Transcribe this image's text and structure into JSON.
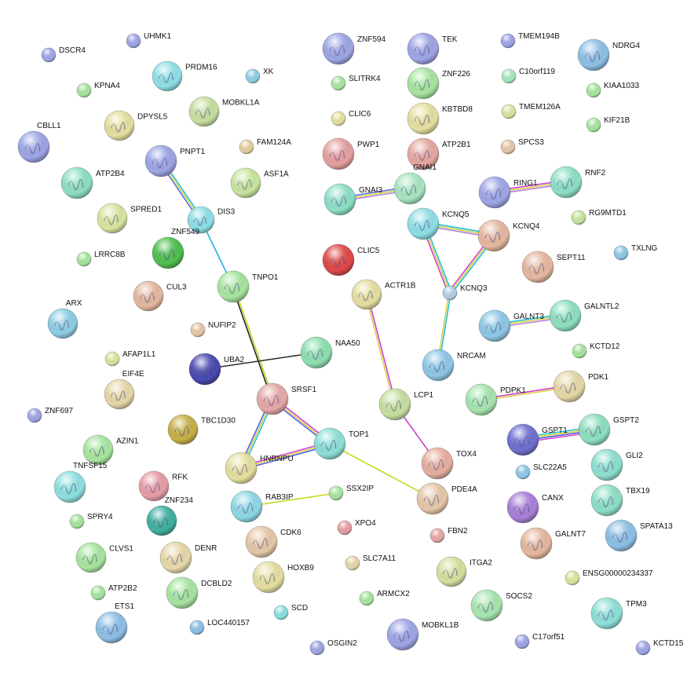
{
  "network": {
    "nodes": [
      {
        "id": "DSCR4",
        "label": "DSCR4",
        "color": "#9ea6e6"
      },
      {
        "id": "UHMK1",
        "label": "UHMK1",
        "color": "#9ea6e6"
      },
      {
        "id": "KPNA4",
        "label": "KPNA4",
        "color": "#a8e6a0"
      },
      {
        "id": "PRDM16",
        "label": "PRDM16",
        "color": "#8ee0e6"
      },
      {
        "id": "XK",
        "label": "XK",
        "color": "#8ecfe6"
      },
      {
        "id": "MOBKL1A",
        "label": "MOBKL1A",
        "color": "#c8dfa0"
      },
      {
        "id": "DPYSL5",
        "label": "DPYSL5",
        "color": "#e6e0a0"
      },
      {
        "id": "CBLL1",
        "label": "CBLL1",
        "color": "#9ea6e6"
      },
      {
        "id": "PNPT1",
        "label": "PNPT1",
        "color": "#9ea6e6"
      },
      {
        "id": "FAM124A",
        "label": "FAM124A",
        "color": "#e6d2a0"
      },
      {
        "id": "ATP2B4",
        "label": "ATP2B4",
        "color": "#8ee0c0"
      },
      {
        "id": "ASF1A",
        "label": "ASF1A",
        "color": "#c8e6a0"
      },
      {
        "id": "DIS3",
        "label": "DIS3",
        "color": "#8ee0e6"
      },
      {
        "id": "SPRED1",
        "label": "SPRED1",
        "color": "#d8e6a0"
      },
      {
        "id": "ZNF549",
        "label": "ZNF549",
        "color": "#50c050"
      },
      {
        "id": "LRRC8B",
        "label": "LRRC8B",
        "color": "#a8e6a0"
      },
      {
        "id": "TNPO1",
        "label": "TNPO1",
        "color": "#a8e6a0"
      },
      {
        "id": "CUL3",
        "label": "CUL3",
        "color": "#e6b8a0"
      },
      {
        "id": "ARX",
        "label": "ARX",
        "color": "#8ecfe6"
      },
      {
        "id": "NUFIP2",
        "label": "NUFIP2",
        "color": "#e6c8a8"
      },
      {
        "id": "UBA2",
        "label": "UBA2",
        "color": "#4a4ab0"
      },
      {
        "id": "AFAP1L1",
        "label": "AFAP1L1",
        "color": "#d8e6a0"
      },
      {
        "id": "EIF4E",
        "label": "EIF4E",
        "color": "#e6d8a8"
      },
      {
        "id": "ZNF697",
        "label": "ZNF697",
        "color": "#9ea6e6"
      },
      {
        "id": "TBC1D30",
        "label": "TBC1D30",
        "color": "#c8b048"
      },
      {
        "id": "AZIN1",
        "label": "AZIN1",
        "color": "#a8e6a0"
      },
      {
        "id": "TNFSF15",
        "label": "TNFSF15",
        "color": "#8ee0e0"
      },
      {
        "id": "RFK",
        "label": "RFK",
        "color": "#e69ea6"
      },
      {
        "id": "SPRY4",
        "label": "SPRY4",
        "color": "#a8e6a0"
      },
      {
        "id": "ZNF234",
        "label": "ZNF234",
        "color": "#40b0a0"
      },
      {
        "id": "CLVS1",
        "label": "CLVS1",
        "color": "#a8e6a0"
      },
      {
        "id": "DENR",
        "label": "DENR",
        "color": "#e6d8a8"
      },
      {
        "id": "ATP2B2",
        "label": "ATP2B2",
        "color": "#a8e6a0"
      },
      {
        "id": "DCBLD2",
        "label": "DCBLD2",
        "color": "#a8e6a0"
      },
      {
        "id": "ETS1",
        "label": "ETS1",
        "color": "#8ec0e6"
      },
      {
        "id": "LOC440157",
        "label": "LOC440157",
        "color": "#8ec0e6"
      },
      {
        "id": "ZNF594",
        "label": "ZNF594",
        "color": "#9ea6e6"
      },
      {
        "id": "SLITRK4",
        "label": "SLITRK4",
        "color": "#a8e6a0"
      },
      {
        "id": "CLIC6",
        "label": "CLIC6",
        "color": "#e6e0a0"
      },
      {
        "id": "PWP1",
        "label": "PWP1",
        "color": "#e6a0a0"
      },
      {
        "id": "GNAI3",
        "label": "GNAI3",
        "color": "#8ee0c8"
      },
      {
        "id": "CLIC5",
        "label": "CLIC5",
        "color": "#e04848"
      },
      {
        "id": "ACTR1B",
        "label": "ACTR1B",
        "color": "#e6e0a0"
      },
      {
        "id": "NAA50",
        "label": "NAA50",
        "color": "#8ee0b0"
      },
      {
        "id": "SRSF1",
        "label": "SRSF1",
        "color": "#e6a8a8"
      },
      {
        "id": "HNRNPU",
        "label": "HNRNPU",
        "color": "#e6e0a0"
      },
      {
        "id": "TOP1",
        "label": "TOP1",
        "color": "#8ee0d8"
      },
      {
        "id": "RAB3IP",
        "label": "RAB3IP",
        "color": "#8ed8e6"
      },
      {
        "id": "SSX2IP",
        "label": "SSX2IP",
        "color": "#a8e6a0"
      },
      {
        "id": "CDK6",
        "label": "CDK6",
        "color": "#e6c8a8"
      },
      {
        "id": "XPO4",
        "label": "XPO4",
        "color": "#e6a0a8"
      },
      {
        "id": "HOXB9",
        "label": "HOXB9",
        "color": "#e6e0a0"
      },
      {
        "id": "SLC7A11",
        "label": "SLC7A11",
        "color": "#e6d8a8"
      },
      {
        "id": "SCD",
        "label": "SCD",
        "color": "#8ee0e0"
      },
      {
        "id": "ARMCX2",
        "label": "ARMCX2",
        "color": "#a8e6a0"
      },
      {
        "id": "OSGIN2",
        "label": "OSGIN2",
        "color": "#9ea6e6"
      },
      {
        "id": "TEK",
        "label": "TEK",
        "color": "#9ea6e6"
      },
      {
        "id": "ZNF226",
        "label": "ZNF226",
        "color": "#a8e6a0"
      },
      {
        "id": "KBTBD8",
        "label": "KBTBD8",
        "color": "#e6e0a0"
      },
      {
        "id": "ATP2B1",
        "label": "ATP2B1",
        "color": "#e6a8a0"
      },
      {
        "id": "GNAI1",
        "label": "GNAI1",
        "color": "#a8e6c0"
      },
      {
        "id": "KCNQ5",
        "label": "KCNQ5",
        "color": "#8ee0e6"
      },
      {
        "id": "KCNQ4",
        "label": "KCNQ4",
        "color": "#e6b8a0"
      },
      {
        "id": "KCNQ3",
        "label": "KCNQ3",
        "color": "#b0d0e6"
      },
      {
        "id": "NRCAM",
        "label": "NRCAM",
        "color": "#8ec8e6"
      },
      {
        "id": "LCP1",
        "label": "LCP1",
        "color": "#c8e0a0"
      },
      {
        "id": "TOX4",
        "label": "TOX4",
        "color": "#e6b0a0"
      },
      {
        "id": "PDE4A",
        "label": "PDE4A",
        "color": "#e6c8a8"
      },
      {
        "id": "FBN2",
        "label": "FBN2",
        "color": "#e6a8a8"
      },
      {
        "id": "ITGA2",
        "label": "ITGA2",
        "color": "#d8e0a0"
      },
      {
        "id": "MOBKL1B",
        "label": "MOBKL1B",
        "color": "#9ea6e6"
      },
      {
        "id": "TMEM194B",
        "label": "TMEM194B",
        "color": "#9ea6e6"
      },
      {
        "id": "C10orf119",
        "label": "C10orf119",
        "color": "#a8e6c0"
      },
      {
        "id": "TMEM126A",
        "label": "TMEM126A",
        "color": "#d8e6a0"
      },
      {
        "id": "SPCS3",
        "label": "SPCS3",
        "color": "#e6c8a8"
      },
      {
        "id": "NDRG4",
        "label": "NDRG4",
        "color": "#8ec0e6"
      },
      {
        "id": "KIAA1033",
        "label": "KIAA1033",
        "color": "#a8e6a0"
      },
      {
        "id": "KIF21B",
        "label": "KIF21B",
        "color": "#a8e6a0"
      },
      {
        "id": "RING1",
        "label": "RING1",
        "color": "#9ea6e6"
      },
      {
        "id": "RNF2",
        "label": "RNF2",
        "color": "#8ee0c8"
      },
      {
        "id": "RG9MTD1",
        "label": "RG9MTD1",
        "color": "#c8e6a0"
      },
      {
        "id": "TXLNG",
        "label": "TXLNG",
        "color": "#8ec8e6"
      },
      {
        "id": "SEPT11",
        "label": "SEPT11",
        "color": "#e6b8a0"
      },
      {
        "id": "GALNT3",
        "label": "GALNT3",
        "color": "#8ec8e6"
      },
      {
        "id": "GALNTL2",
        "label": "GALNTL2",
        "color": "#8ee0c0"
      },
      {
        "id": "KCTD12",
        "label": "KCTD12",
        "color": "#a8e6a0"
      },
      {
        "id": "PDPK1",
        "label": "PDPK1",
        "color": "#a8e6b0"
      },
      {
        "id": "PDK1",
        "label": "PDK1",
        "color": "#e6d8a8"
      },
      {
        "id": "GSPT1",
        "label": "GSPT1",
        "color": "#7070d0"
      },
      {
        "id": "GSPT2",
        "label": "GSPT2",
        "color": "#8ee0c0"
      },
      {
        "id": "SLC22A5",
        "label": "SLC22A5",
        "color": "#8ec8e6"
      },
      {
        "id": "GLI2",
        "label": "GLI2",
        "color": "#8ee0d0"
      },
      {
        "id": "CANX",
        "label": "CANX",
        "color": "#a880d8"
      },
      {
        "id": "TBX19",
        "label": "TBX19",
        "color": "#8ee0c8"
      },
      {
        "id": "GALNT7",
        "label": "GALNT7",
        "color": "#e6b8a0"
      },
      {
        "id": "SPATA13",
        "label": "SPATA13",
        "color": "#8ec0e6"
      },
      {
        "id": "ENSG00000234337",
        "label": "ENSG00000234337",
        "color": "#d8e6a0"
      },
      {
        "id": "SOCS2",
        "label": "SOCS2",
        "color": "#a8e6b0"
      },
      {
        "id": "TPM3",
        "label": "TPM3",
        "color": "#8ee0d8"
      },
      {
        "id": "C17orf51",
        "label": "C17orf51",
        "color": "#9ea6e6"
      },
      {
        "id": "KCTD15",
        "label": "KCTD15",
        "color": "#9ea6e6"
      }
    ],
    "edges": [
      {
        "a": "PNPT1",
        "b": "DIS3",
        "colors": [
          "#20c0d0",
          "#d8d040",
          "#6070e0"
        ]
      },
      {
        "a": "DIS3",
        "b": "TNPO1",
        "colors": [
          "#20b0e0"
        ]
      },
      {
        "a": "TNPO1",
        "b": "SRSF1",
        "colors": [
          "#c8d020",
          "#222222"
        ]
      },
      {
        "a": "UBA2",
        "b": "NAA50",
        "colors": [
          "#333333"
        ]
      },
      {
        "a": "SRSF1",
        "b": "HNRNPU",
        "colors": [
          "#20c0d0",
          "#d8d040",
          "#5060e0"
        ]
      },
      {
        "a": "SRSF1",
        "b": "TOP1",
        "colors": [
          "#d040d0",
          "#d8d040",
          "#5060e0"
        ]
      },
      {
        "a": "HNRNPU",
        "b": "TOP1",
        "colors": [
          "#d040d0",
          "#d8d040",
          "#5060e0"
        ]
      },
      {
        "a": "TOP1",
        "b": "PDE4A",
        "colors": [
          "#c8d820"
        ]
      },
      {
        "a": "RAB3IP",
        "b": "SSX2IP",
        "colors": [
          "#c8d820"
        ]
      },
      {
        "a": "GNAI3",
        "b": "GNAI1",
        "colors": [
          "#6070e0",
          "#d8d040",
          "#b080e0"
        ]
      },
      {
        "a": "KCNQ5",
        "b": "KCNQ4",
        "colors": [
          "#20c0d0",
          "#d8d040",
          "#b080e0"
        ]
      },
      {
        "a": "KCNQ5",
        "b": "KCNQ3",
        "colors": [
          "#20c0d0",
          "#d8d040",
          "#d040d0"
        ]
      },
      {
        "a": "KCNQ4",
        "b": "KCNQ3",
        "colors": [
          "#20c0d0",
          "#d8d040",
          "#d040d0"
        ]
      },
      {
        "a": "KCNQ3",
        "b": "NRCAM",
        "colors": [
          "#20c0d0",
          "#d8d040"
        ]
      },
      {
        "a": "ACTR1B",
        "b": "LCP1",
        "colors": [
          "#d040d0",
          "#d8d040"
        ]
      },
      {
        "a": "LCP1",
        "b": "TOX4",
        "colors": [
          "#d040d0"
        ]
      },
      {
        "a": "RING1",
        "b": "RNF2",
        "colors": [
          "#d040d0",
          "#d8d040",
          "#b080e0"
        ]
      },
      {
        "a": "GALNT3",
        "b": "GALNTL2",
        "colors": [
          "#20c0d0",
          "#d8d040",
          "#b080e0"
        ]
      },
      {
        "a": "PDPK1",
        "b": "PDK1",
        "colors": [
          "#d040d0",
          "#d8d040"
        ]
      },
      {
        "a": "GSPT1",
        "b": "GSPT2",
        "colors": [
          "#20c0d0",
          "#d8d040",
          "#5060e0",
          "#d040d0"
        ]
      }
    ]
  }
}
